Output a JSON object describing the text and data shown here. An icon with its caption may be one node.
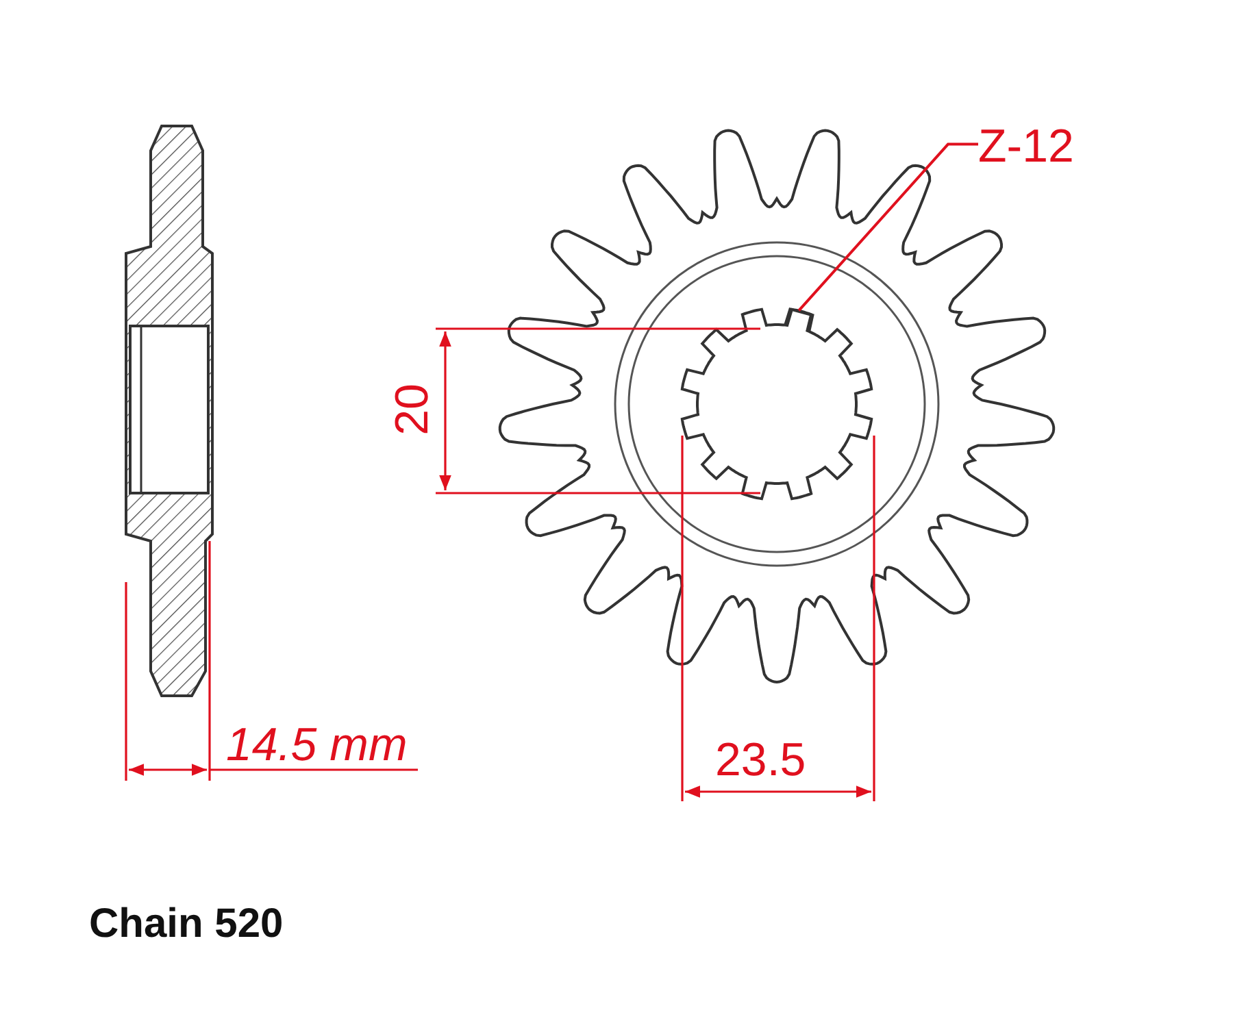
{
  "diagram": {
    "nodes": [
      {
        "text": [
          "Z-12"
        ]
      },
      {
        "text": [],
        "shape": "picture"
      }
    ],
    "edges": [
      {
        "from": 0,
        "to": 1,
        "arrow": "none"
      }
    ],
    "labels": [
      "20",
      "14.5 mm",
      "23.5",
      "Chain 520"
    ]
  }
}
